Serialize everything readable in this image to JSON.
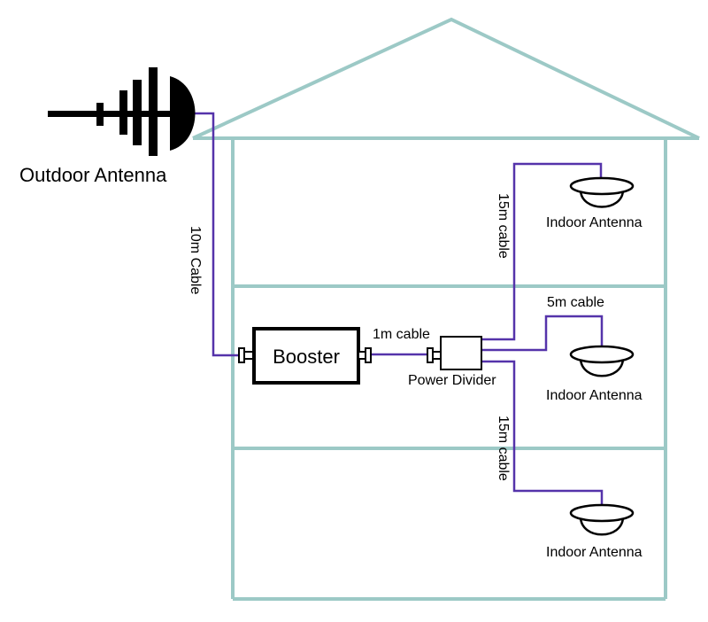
{
  "labels": {
    "outdoor_antenna": "Outdoor Antenna",
    "cable_10m": "10m Cable",
    "booster": "Booster",
    "cable_1m": "1m cable",
    "power_divider": "Power Divider",
    "cable_15m_top": "15m cable",
    "cable_5m": "5m cable",
    "cable_15m_bottom": "15m cable",
    "indoor_antenna_top": "Indoor Antenna",
    "indoor_antenna_middle": "Indoor Antenna",
    "indoor_antenna_bottom": "Indoor Antenna"
  },
  "colors": {
    "house": "#9cc9c6",
    "cable": "#5533aa",
    "device": "#000000"
  }
}
